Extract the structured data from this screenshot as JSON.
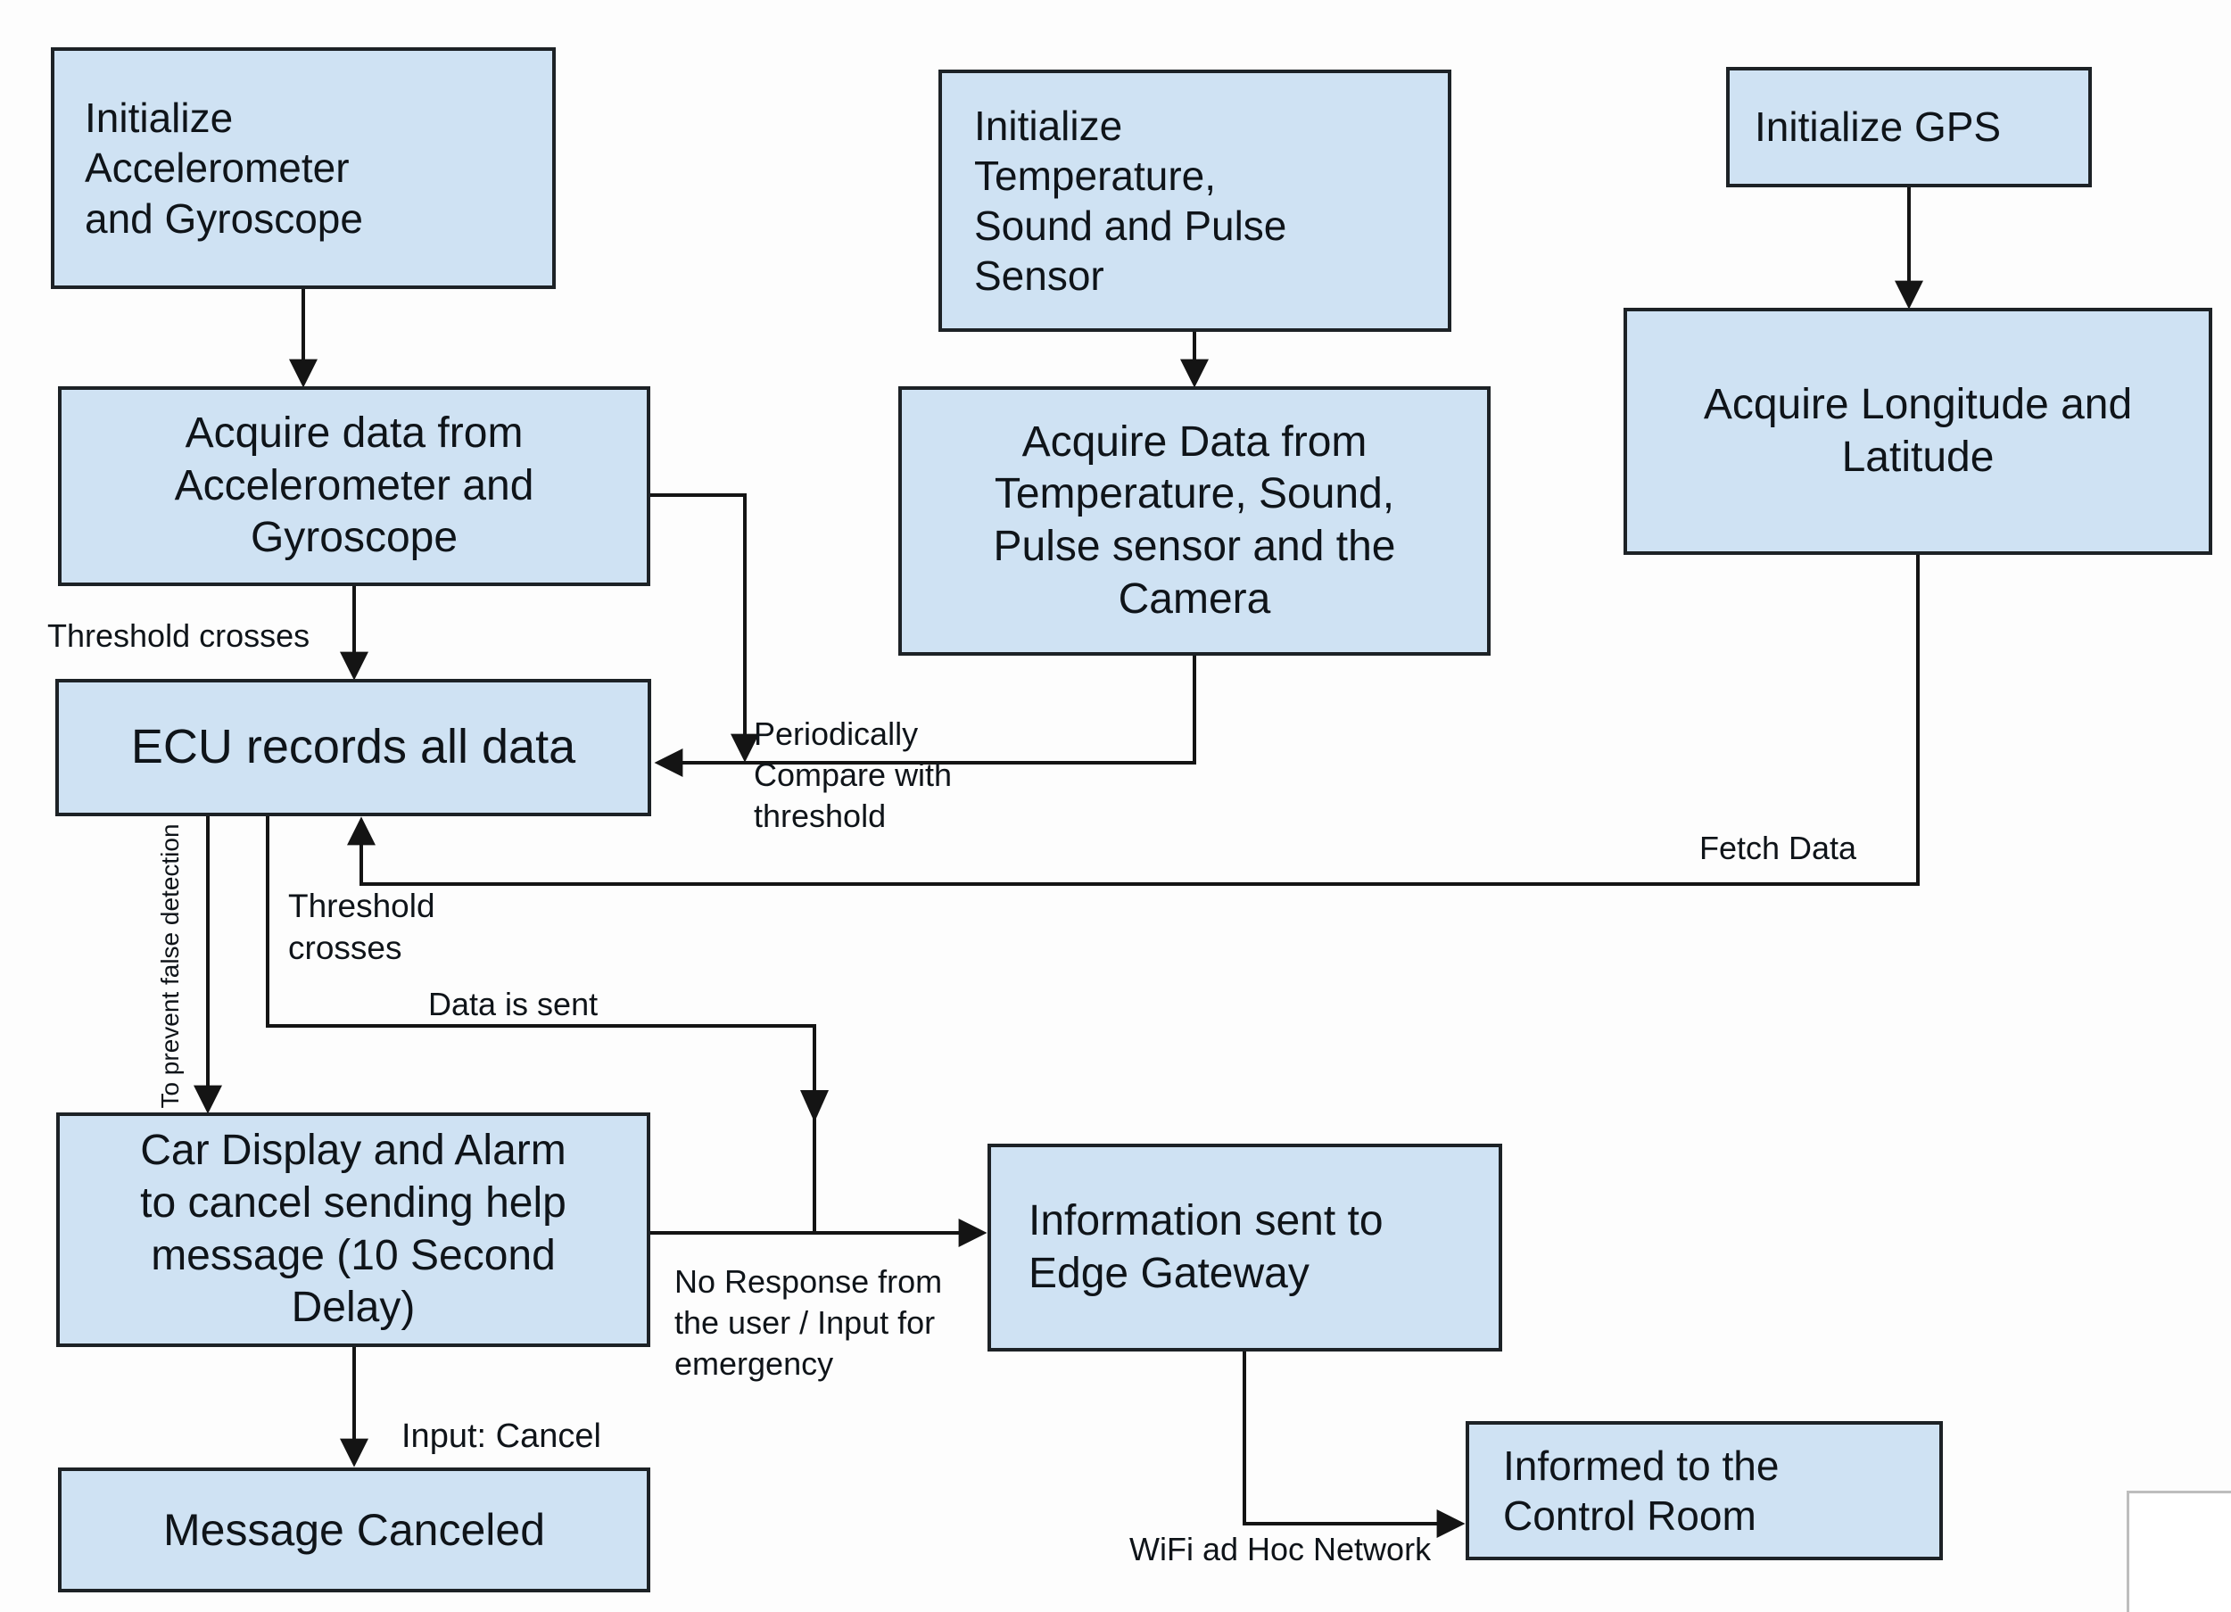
{
  "diagram": {
    "type": "flowchart",
    "colors": {
      "node_fill": "#cfe2f3",
      "node_border": "#1d2226",
      "line": "#141414",
      "text": "#0f1419",
      "background": "#fdfdfd",
      "corner_border": "#bdbdbd"
    },
    "nodes": {
      "init_accel_gyro": {
        "label": "Initialize Accelerometer and Gyroscope"
      },
      "acquire_accel_gyro": {
        "label": "Acquire data from Accelerometer and Gyroscope"
      },
      "ecu_records": {
        "label": "ECU records all data"
      },
      "car_display_alarm": {
        "label": "Car Display and Alarm to cancel sending help message (10 Second Delay)"
      },
      "message_canceled": {
        "label": "Message Canceled"
      },
      "init_temp_sound_pulse": {
        "label": "Initialize Temperature, Sound and Pulse Sensor"
      },
      "acquire_temp_sound_pulse": {
        "label": "Acquire Data from Temperature, Sound, Pulse sensor and the Camera"
      },
      "info_edge_gateway": {
        "label": "Information sent to Edge Gateway"
      },
      "init_gps": {
        "label": "Initialize GPS"
      },
      "acquire_long_lat": {
        "label": "Acquire Longitude and Latitude"
      },
      "informed_control_room": {
        "label": "Informed to the Control Room"
      }
    },
    "edge_labels": {
      "threshold_crosses_top": "Threshold crosses",
      "periodically_compare": "Periodically Compare with threshold",
      "fetch_data": "Fetch Data",
      "threshold_crosses_left": "Threshold crosses",
      "data_is_sent": "Data is sent",
      "to_prevent_false_detection": "To prevent false detection",
      "no_response": "No Response from the user / Input for emergency",
      "input_cancel": "Input: Cancel",
      "wifi_ad_hoc": "WiFi ad Hoc Network"
    }
  }
}
